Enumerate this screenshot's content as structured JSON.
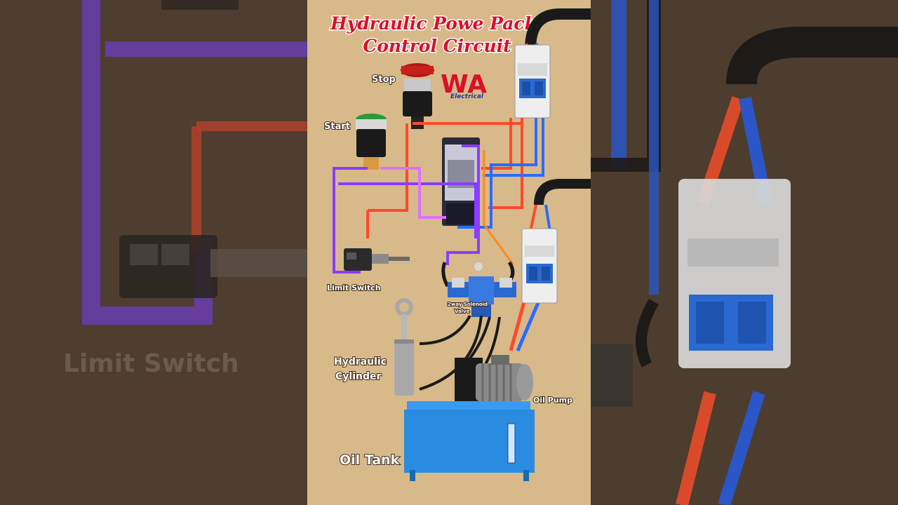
{
  "title": {
    "line1": "Hydraulic Powe Pack",
    "line2": "Control Circuit"
  },
  "logo": {
    "text": "WA",
    "subtext": "Electrical"
  },
  "labels": {
    "stop": "Stop",
    "start": "Start",
    "limit_switch": "Limit Switch",
    "valve_line1": "2way Solenoid",
    "valve_line2": "Valve",
    "hydraulic_cylinder_line1": "Hydraulic",
    "hydraulic_cylinder_line2": "Cylinder",
    "oil_pump": "Oil Pump",
    "oil_tank": "Oil Tank"
  },
  "background_text": {
    "left_zoom_label": "Limit Switch"
  },
  "colors": {
    "background": "#d8b98a",
    "wire_red": "#ff4a2a",
    "wire_blue": "#2a6cff",
    "wire_purple": "#8a3cff",
    "wire_magenta": "#e070ff",
    "wire_orange": "#ff8a1a",
    "title_red": "#d8102a",
    "tank_blue": "#2a8ce0"
  }
}
